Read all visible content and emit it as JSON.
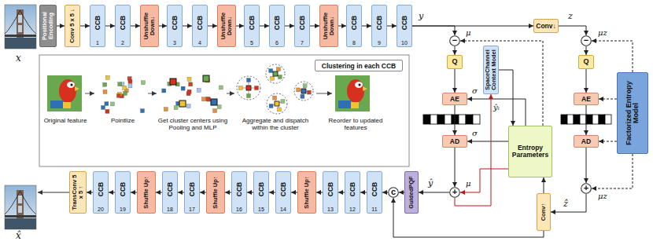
{
  "diagram": {
    "nodes": [
      {
        "text": [
          "Positional Encoding"
        ]
      },
      {
        "text": [
          "Conv 5 x 5 ↓"
        ]
      },
      {
        "text": [
          "CCB",
          "1"
        ]
      },
      {
        "text": [
          "CCB",
          "2"
        ]
      },
      {
        "text": [
          "Unshuffle Down↓"
        ]
      },
      {
        "text": [
          "CCB",
          "3"
        ]
      },
      {
        "text": [
          "CCB",
          "4"
        ]
      },
      {
        "text": [
          "Unshuffle Down↓"
        ]
      },
      {
        "text": [
          "CCB",
          "5"
        ]
      },
      {
        "text": [
          "CCB",
          "6"
        ]
      },
      {
        "text": [
          "CCB",
          "7"
        ]
      },
      {
        "text": [
          "Unshuffle Down↓"
        ]
      },
      {
        "text": [
          "CCB",
          "8"
        ]
      },
      {
        "text": [
          "CCB",
          "9"
        ]
      },
      {
        "text": [
          "CCB",
          "10"
        ]
      },
      {
        "text": [
          "Clustering in each CCB"
        ]
      },
      {
        "text": [
          "−"
        ]
      },
      {
        "text": [
          "Q"
        ]
      },
      {
        "text": [
          "SpaceChannel Context Model"
        ]
      },
      {
        "text": [
          "AE"
        ]
      },
      {
        "text": [
          "AD"
        ]
      },
      {
        "text": [
          "Entropy Parameters"
        ]
      },
      {
        "text": [
          "Conv↓"
        ]
      },
      {
        "text": [
          "−"
        ]
      },
      {
        "text": [
          "Q"
        ]
      },
      {
        "text": [
          "AE"
        ]
      },
      {
        "text": [
          "AD"
        ]
      },
      {
        "text": [
          "Factorized Entropy Model"
        ]
      },
      {
        "text": [
          "+"
        ]
      },
      {
        "text": [
          "+"
        ]
      },
      {
        "text": [
          "Conv↑"
        ]
      },
      {
        "text": [
          "GuidedPQF"
        ]
      },
      {
        "text": [
          "c"
        ]
      },
      {
        "text": [
          "CCB",
          "11"
        ]
      },
      {
        "text": [
          "CCB",
          "12"
        ]
      },
      {
        "text": [
          "CCB",
          "13"
        ]
      },
      {
        "text": [
          "Shuffle Up↑"
        ]
      },
      {
        "text": [
          "CCB",
          "14"
        ]
      },
      {
        "text": [
          "CCB",
          "15"
        ]
      },
      {
        "text": [
          "CCB",
          "16"
        ]
      },
      {
        "text": [
          "Shuffle Up↑"
        ]
      },
      {
        "text": [
          "CCB",
          "17"
        ]
      },
      {
        "text": [
          "CCB",
          "18"
        ]
      },
      {
        "text": [
          "Shuffle Up↑"
        ]
      },
      {
        "text": [
          "CCB",
          "19"
        ]
      },
      {
        "text": [
          "CCB",
          "20"
        ]
      },
      {
        "text": [
          "TransConv 5 x 5 ↑"
        ]
      }
    ],
    "edges": [
      {
        "from": 0,
        "to": 1,
        "arrow": "to"
      },
      {
        "from": 1,
        "to": 2,
        "arrow": "to"
      },
      {
        "from": 2,
        "to": 3,
        "arrow": "to"
      },
      {
        "from": 3,
        "to": 4,
        "arrow": "to"
      },
      {
        "from": 4,
        "to": 5,
        "arrow": "to"
      },
      {
        "from": 5,
        "to": 6,
        "arrow": "to"
      },
      {
        "from": 6,
        "to": 7,
        "arrow": "to"
      },
      {
        "from": 7,
        "to": 8,
        "arrow": "to"
      },
      {
        "from": 8,
        "to": 9,
        "arrow": "to"
      },
      {
        "from": 9,
        "to": 10,
        "arrow": "to"
      },
      {
        "from": 10,
        "to": 11,
        "arrow": "to"
      },
      {
        "from": 11,
        "to": 12,
        "arrow": "to"
      },
      {
        "from": 12,
        "to": 13,
        "arrow": "to"
      },
      {
        "from": 13,
        "to": 14,
        "arrow": "to"
      },
      {
        "from": 14,
        "to": 16,
        "arrow": "to"
      },
      {
        "from": 14,
        "to": 22,
        "arrow": "to"
      },
      {
        "from": 16,
        "to": 17,
        "arrow": "to"
      },
      {
        "from": 17,
        "to": 19,
        "arrow": "to"
      },
      {
        "from": 19,
        "to": 20,
        "arrow": "to"
      },
      {
        "from": 20,
        "to": 28,
        "arrow": "to"
      },
      {
        "from": 18,
        "to": 21,
        "arrow": "to"
      },
      {
        "from": 21,
        "to": 16,
        "arrow": "to"
      },
      {
        "from": 21,
        "to": 19,
        "arrow": "to"
      },
      {
        "from": 21,
        "to": 20,
        "arrow": "to"
      },
      {
        "from": 21,
        "to": 28,
        "arrow": "to"
      },
      {
        "from": 28,
        "to": 18,
        "arrow": "to"
      },
      {
        "from": 22,
        "to": 23,
        "arrow": "to"
      },
      {
        "from": 23,
        "to": 24,
        "arrow": "to"
      },
      {
        "from": 24,
        "to": 25,
        "arrow": "to"
      },
      {
        "from": 25,
        "to": 26,
        "arrow": "to"
      },
      {
        "from": 26,
        "to": 29,
        "arrow": "to"
      },
      {
        "from": 27,
        "to": 23,
        "arrow": "to"
      },
      {
        "from": 27,
        "to": 25,
        "arrow": "to"
      },
      {
        "from": 27,
        "to": 26,
        "arrow": "to"
      },
      {
        "from": 27,
        "to": 29,
        "arrow": "to"
      },
      {
        "from": 29,
        "to": 30,
        "arrow": "to"
      },
      {
        "from": 30,
        "to": 21,
        "arrow": "to"
      },
      {
        "from": 30,
        "to": 32,
        "arrow": "to"
      },
      {
        "from": 28,
        "to": 31,
        "arrow": "to"
      },
      {
        "from": 31,
        "to": 32,
        "arrow": "to"
      },
      {
        "from": 32,
        "to": 33,
        "arrow": "to"
      },
      {
        "from": 33,
        "to": 34,
        "arrow": "to"
      },
      {
        "from": 34,
        "to": 35,
        "arrow": "to"
      },
      {
        "from": 35,
        "to": 36,
        "arrow": "to"
      },
      {
        "from": 36,
        "to": 37,
        "arrow": "to"
      },
      {
        "from": 37,
        "to": 38,
        "arrow": "to"
      },
      {
        "from": 38,
        "to": 39,
        "arrow": "to"
      },
      {
        "from": 39,
        "to": 40,
        "arrow": "to"
      },
      {
        "from": 40,
        "to": 41,
        "arrow": "to"
      },
      {
        "from": 41,
        "to": 42,
        "arrow": "to"
      },
      {
        "from": 42,
        "to": 43,
        "arrow": "to"
      },
      {
        "from": 43,
        "to": 44,
        "arrow": "to"
      },
      {
        "from": 44,
        "to": 45,
        "arrow": "to"
      },
      {
        "from": 45,
        "to": 46,
        "arrow": "to"
      }
    ],
    "labels": [
      "x",
      "x̂",
      "Original feature",
      "Pointlize",
      "Get cluster centers using Pooling and MLP",
      "Aggregate and dispatch within the cluster",
      "Reorder to updated features",
      "y",
      "μ",
      "σ",
      "ŷᵢ",
      "σ",
      "μ",
      "ŷ",
      "z",
      "μz",
      "μz",
      "ẑ"
    ]
  }
}
